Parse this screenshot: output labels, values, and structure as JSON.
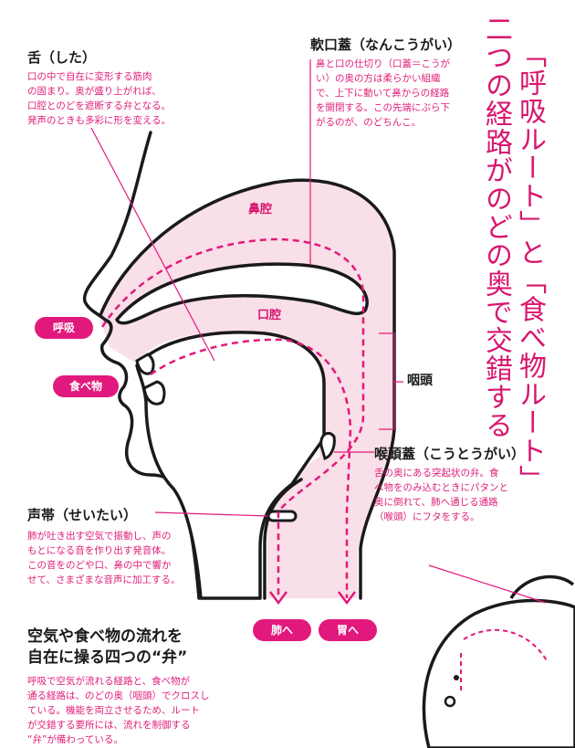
{
  "title": {
    "line1": "「呼吸ルート」と「食べ物ルート」",
    "line2": "二つの経路がのどの奥で交錯する"
  },
  "tongue": {
    "heading": "舌（した）",
    "desc": "口の中で自在に変形する筋肉\nの固まり。奥が盛り上がれば、\n口腔とのどを遮断する弁となる。\n発声のときも多彩に形を変える。"
  },
  "soft_palate": {
    "heading": "軟口蓋（なんこうがい）",
    "desc": "鼻と口の仕切り（口蓋＝こうが\nい）の奥の方は柔らかい組織\nで、上下に動いて鼻からの経路\nを開閉する。この先端にぶら下\nがるのが、のどちんこ。"
  },
  "epiglottis": {
    "heading": "喉頭蓋（こうとうがい）",
    "desc": "舌の奥にある突起状の弁。食\nべ物をのみ込むときにパタンと\n奥に倒れて、肺へ通じる通路\n（喉頭）にフタをする。"
  },
  "vocal_cords": {
    "heading": "声帯（せいたい）",
    "desc": "肺が吐き出す空気で振動し、声の\nもとになる音を作り出す発音体。\nこの音をのどや口、鼻の中で響か\nせて、さまざまな音声に加工する。"
  },
  "regions": {
    "nasal": "鼻腔",
    "oral": "口腔",
    "pharynx": "咽頭"
  },
  "pills": {
    "breath": "呼吸",
    "food": "食べ物",
    "lungs": "肺へ",
    "stomach": "胃へ"
  },
  "bottom": {
    "title": "空気や食べ物の流れを\n自在に操る四つの“弁”",
    "desc": "呼吸で空気が流れる経路と、食べ物が\n通る経路は、のどの奥（咽頭）でクロスし\nている。機能を両立させるため、ルート\nが交錯する要所には、流れを制御する\n“弁”が備わっている。"
  },
  "colors": {
    "accent": "#e2197c",
    "fill": "#f9dfe8"
  }
}
